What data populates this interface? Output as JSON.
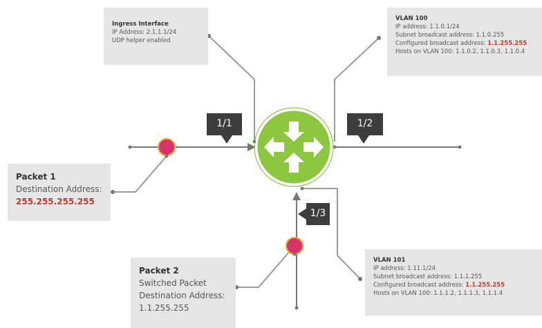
{
  "ingress": {
    "title": "Ingress Interface",
    "ip": "IP Address: 2.1.1.1/24",
    "helper": "UDP helper enabled"
  },
  "vlan100": {
    "title": "VLAN 100",
    "ip": "IP address: 1.1.0.1/24",
    "subnet": "Subnet broadcast address: 1.1.0.255",
    "configured_label": "Configured broadcast address: ",
    "configured_value": "1.1.255.255",
    "hosts": "Hosts on VLAN 100: 1.1.0.2, 1.1.0.3, 1.1.0.4"
  },
  "vlan101": {
    "title": "VLAN 101",
    "ip": "IP address: 1.11.1/24",
    "subnet": "Subnet broadcast address: 1.1.1.255",
    "configured_label": "Configured broadcast address: ",
    "configured_value": "1.1.255.255",
    "hosts": "Hosts on VLAN 100: 1.1.1.2, 1.1.1.3, 1.1.1.4"
  },
  "packet1": {
    "title": "Packet 1",
    "dest_label": "Destination Address:",
    "dest_value": "255.255.255.255"
  },
  "packet2": {
    "title": "Packet 2",
    "switched": "Switched Packet",
    "dest_label": "Destination Address:",
    "dest_value": "1.1.255.255"
  },
  "ports": {
    "p1": "1/1",
    "p2": "1/2",
    "p3": "1/3"
  },
  "colors": {
    "router": "#8dc63f",
    "packet": "#d6336c",
    "packet_ring": "#f0a830",
    "callout": "#3d3d3d",
    "highlight": "#c0392b"
  }
}
